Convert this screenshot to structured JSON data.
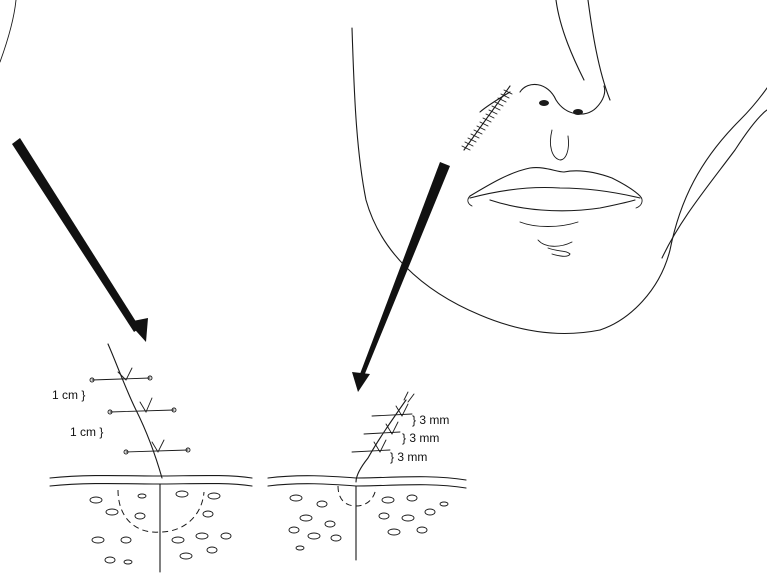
{
  "figure": {
    "left_panel": {
      "labels": [
        "1 cm }",
        "1 cm }"
      ]
    },
    "right_panel": {
      "labels": [
        "} 3 mm",
        "} 3 mm",
        "} 3 mm"
      ]
    }
  },
  "colors": {
    "ink": "#1a1a1a",
    "background": "#ffffff"
  }
}
